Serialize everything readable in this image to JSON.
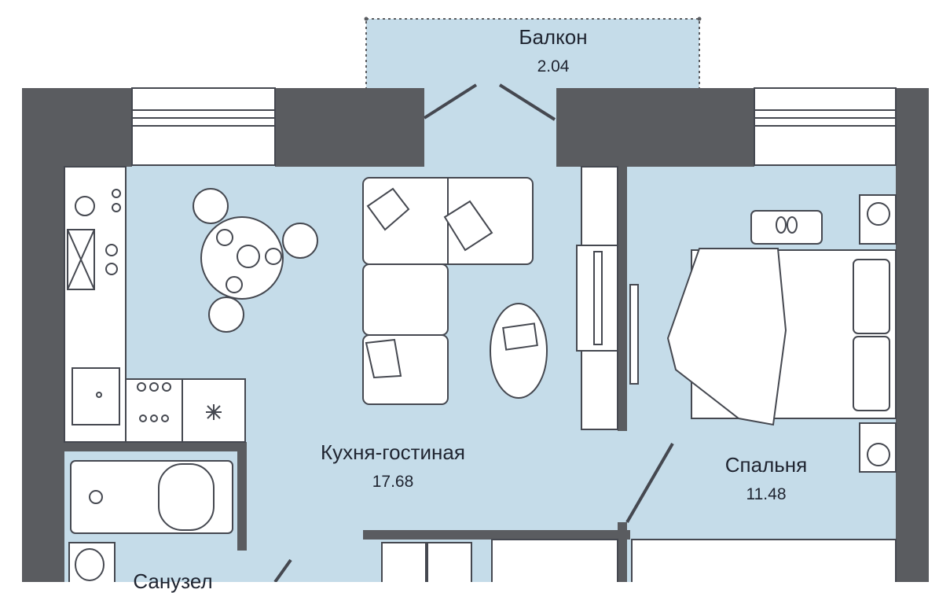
{
  "plan": {
    "colors": {
      "wall": "#5a5c60",
      "floor": "#c5dce9",
      "line": "#454850",
      "furniture": "#ffffff"
    },
    "rooms": [
      {
        "id": "balcony",
        "name": "Балкон",
        "area": "2.04"
      },
      {
        "id": "kitchen_living",
        "name": "Кухня-гостиная",
        "area": "17.68"
      },
      {
        "id": "bedroom",
        "name": "Спальня",
        "area": "11.48"
      },
      {
        "id": "bathroom",
        "name": "Санузел",
        "area": ""
      }
    ],
    "icons": [
      "dining-table-icon",
      "sofa-icon",
      "coffee-table-icon",
      "tv-unit-icon",
      "bookshelf-icon",
      "bed-icon",
      "nightstand-icon",
      "slippers-icon",
      "stove-icon",
      "sink-icon",
      "bathtub-icon",
      "washbasin-icon",
      "wardrobe-icon",
      "air-conditioner-icon"
    ]
  }
}
